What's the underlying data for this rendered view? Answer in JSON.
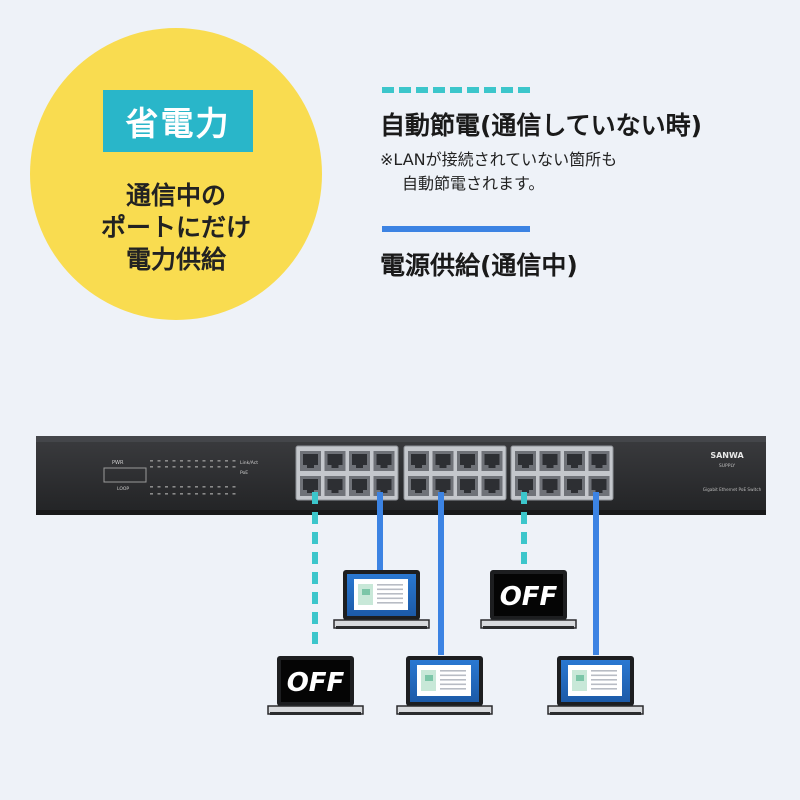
{
  "badge": {
    "title": "省電力",
    "lines": [
      "通信中の",
      "ポートにだけ",
      "電力供給"
    ]
  },
  "legend": {
    "dashed": {
      "title": "自動節電(通信していない時)",
      "note_line1": "※LANが接続されていない箇所も",
      "note_line2": "自動節電されます。",
      "color": "#3cc6cb"
    },
    "solid": {
      "title": "電源供給(通信中)",
      "color": "#3c83e3"
    }
  },
  "switch": {
    "brand": "SANWA",
    "brand_sub": "SUPPLY",
    "model_label": "Gigabit Ethernet PoE Switch",
    "pwr_label": "PWR",
    "loop_label": "LOOP",
    "link_label": "Link/Act",
    "poe_label": "PoE"
  },
  "devices": [
    {
      "id": "laptop-1",
      "state": "OFF",
      "connection": "dashed"
    },
    {
      "id": "laptop-2",
      "state": "ON",
      "connection": "solid"
    },
    {
      "id": "laptop-3",
      "state": "ON",
      "connection": "solid"
    },
    {
      "id": "laptop-4",
      "state": "OFF",
      "connection": "dashed"
    },
    {
      "id": "laptop-5",
      "state": "ON",
      "connection": "solid"
    }
  ],
  "colors": {
    "badge": "#f9dc50",
    "badge_title_bg": "#29b6c9",
    "dashed": "#3cc6cb",
    "solid": "#3c83e3",
    "switch_body": "#2a2b2d"
  }
}
